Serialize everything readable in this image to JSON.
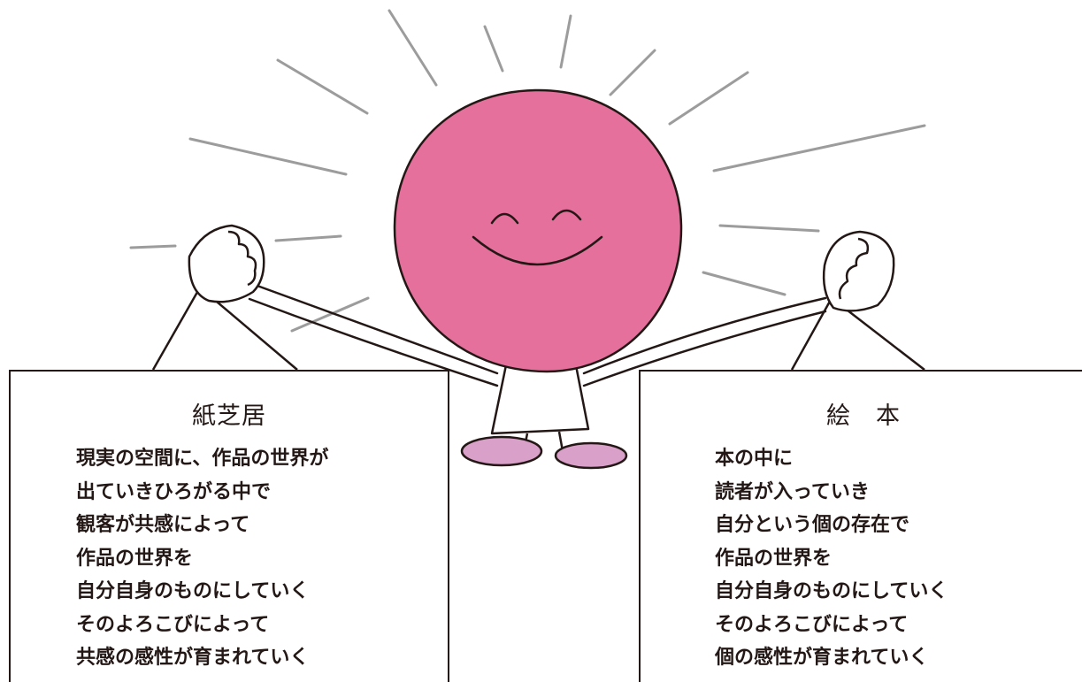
{
  "colors": {
    "face": "#e5709c",
    "shoes": "#d9a0c9",
    "outline": "#231815",
    "rays": "#9c9c9c",
    "background": "#ffffff"
  },
  "panels": {
    "left": {
      "title": "紙芝居",
      "lines": [
        "現実の空間に、作品の世界が",
        "出ていきひろがる中で",
        "観客が共感によって",
        "作品の世界を",
        "自分自身のものにしていく",
        "そのよろこびによって",
        "共感の感性が育まれていく"
      ]
    },
    "right": {
      "title": "絵　本",
      "lines": [
        "本の中に",
        "読者が入っていき",
        "自分という個の存在で",
        "作品の世界を",
        "自分自身のものにしていく",
        "そのよろこびによって",
        "個の感性が育まれていく"
      ]
    }
  }
}
